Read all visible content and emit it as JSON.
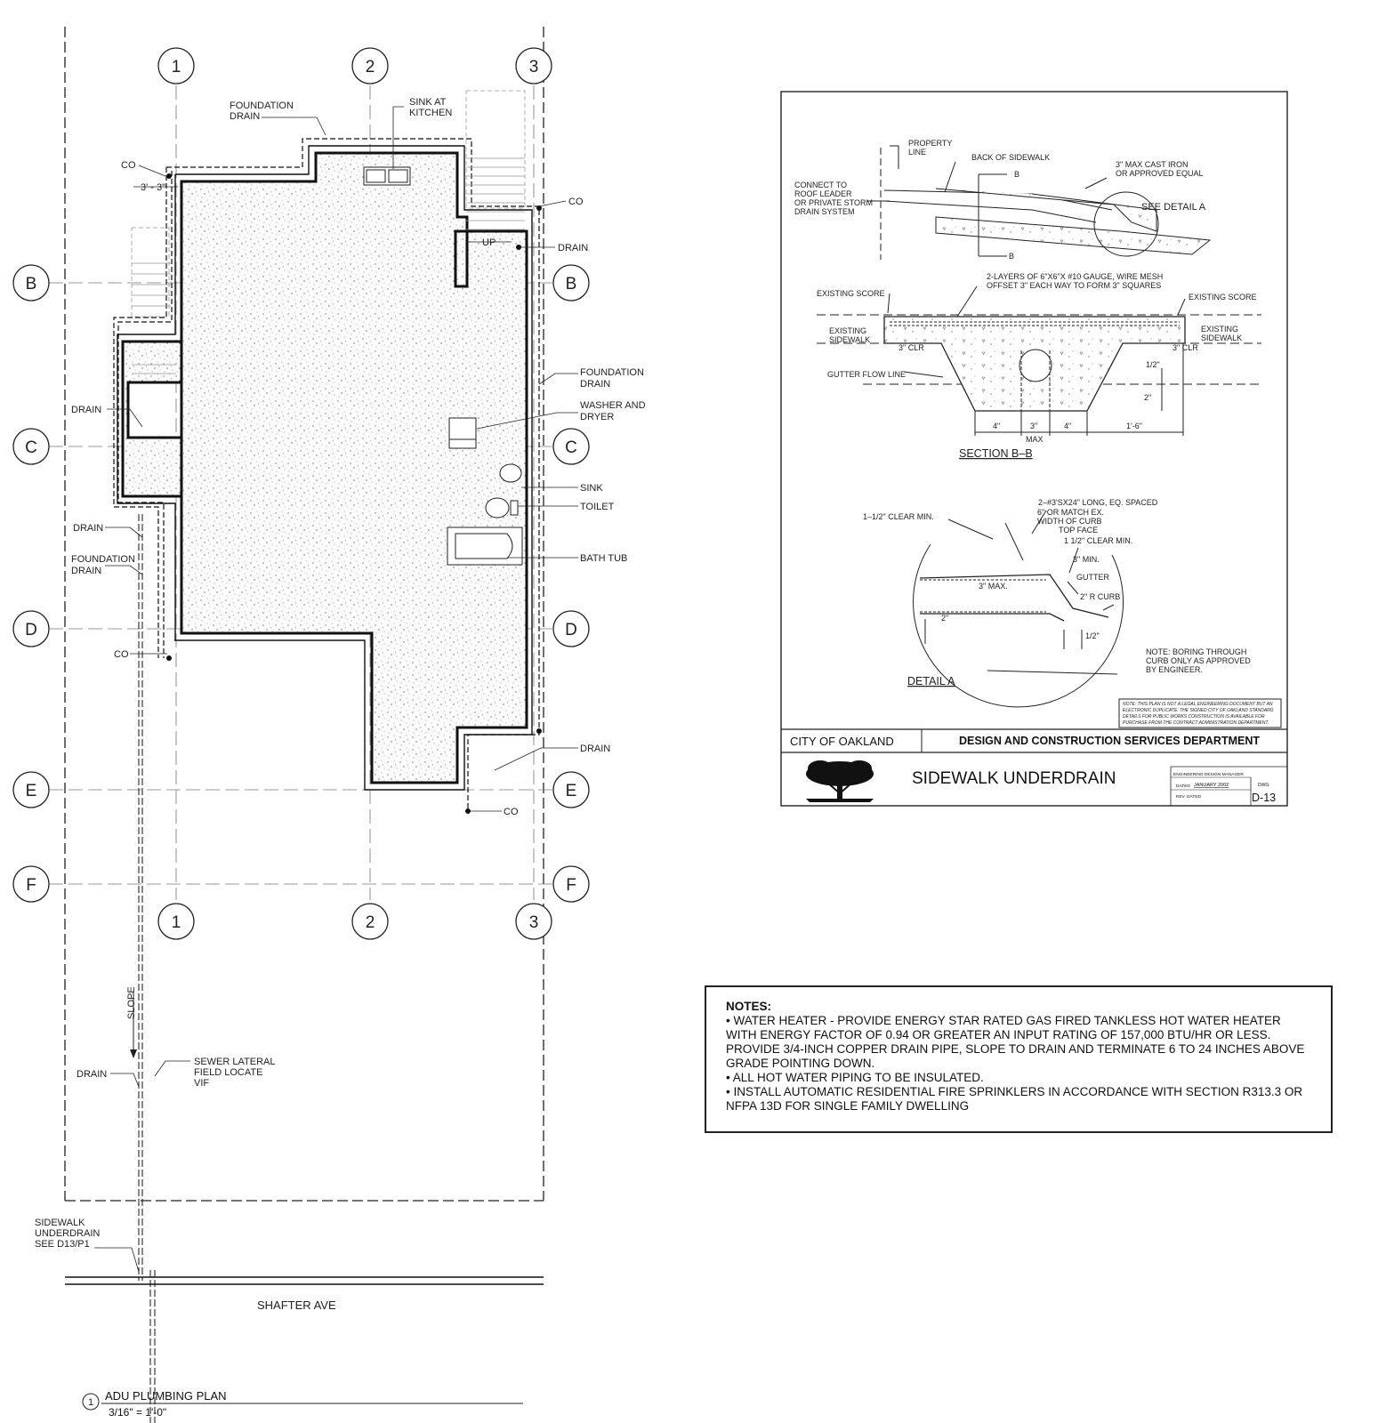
{
  "plan": {
    "grid_columns": [
      "1",
      "2",
      "3"
    ],
    "grid_rows": [
      "B",
      "C",
      "D",
      "E",
      "F"
    ],
    "labels": {
      "foundation_drain_top": [
        "FOUNDATION",
        "DRAIN"
      ],
      "sink_kitchen": [
        "SINK AT",
        "KITCHEN"
      ],
      "co_top_left": "CO",
      "co_top_right": "CO",
      "dim_3_3": "3' - 3\"",
      "drain_right_top": "DRAIN",
      "up": "UP",
      "foundation_drain_right": [
        "FOUNDATION",
        "DRAIN"
      ],
      "washer_dryer": [
        "WASHER AND",
        "DRYER"
      ],
      "drain_left": "DRAIN",
      "sink": "SINK",
      "toilet": "TOILET",
      "bath_tub": "BATH TUB",
      "drain_left_lower": "DRAIN",
      "foundation_drain_left": [
        "FOUNDATION",
        "DRAIN"
      ],
      "co_left": "CO",
      "drain_bottom_right": "DRAIN",
      "co_bottom": "CO",
      "slope": "SLOPE",
      "drain_lateral": "DRAIN",
      "sewer_lateral": [
        "SEWER LATERAL",
        "FIELD LOCATE",
        "VIF"
      ],
      "sidewalk_underdrain": [
        "SIDEWALK",
        "UNDERDRAIN",
        "SEE D13/P1"
      ]
    },
    "street_name": "SHAFTER AVE",
    "title_number": "1",
    "title": "ADU PLUMBING PLAN",
    "scale": "3/16\" = 1'-0\""
  },
  "detail_sheet": {
    "top_section": {
      "property_line": [
        "PROPERTY",
        "LINE"
      ],
      "back_of_sidewalk": "BACK OF SIDEWALK",
      "cast_iron": [
        "3\" MAX CAST IRON",
        "OR APPROVED EQUAL"
      ],
      "connect": [
        "CONNECT TO",
        "ROOF LEADER",
        "OR PRIVATE STORM",
        "DRAIN SYSTEM"
      ],
      "see_detail_a": "SEE DETAIL A",
      "cut_marker": "B"
    },
    "section_bb": {
      "wire_mesh": [
        "2-LAYERS OF 6\"X6\"X #10 GAUGE, WIRE MESH",
        "OFFSET 3\" EACH WAY TO FORM 3\" SQUARES"
      ],
      "existing_score_left": "EXISTING SCORE",
      "existing_score_right": "EXISTING SCORE",
      "existing_sidewalk_left": [
        "EXISTING",
        "SIDEWALK"
      ],
      "existing_sidewalk_right": [
        "EXISTING",
        "SIDEWALK"
      ],
      "clr": "3\" CLR",
      "gutter_flow_line": "GUTTER FLOW LINE",
      "dims": [
        "4\"",
        "3\"",
        "4\"",
        "1'-6\"",
        "1/2\"",
        "2\""
      ],
      "max": "MAX",
      "title": "SECTION  B–B"
    },
    "detail_a": {
      "clear_min_left": "1–1/2\" CLEAR MIN.",
      "rebar": "2–#3'SX24\" LONG, EQ. SPACED",
      "match": [
        "6\" OR MATCH EX.",
        "WIDTH OF CURB",
        "TOP FACE"
      ],
      "clear_min_right": "1 1/2\" CLEAR MIN.",
      "three_min": "3\" MIN.",
      "gutter": "GUTTER",
      "three_max": "3\" MAX.",
      "r_curb": "2\" R CURB",
      "two": "2\"",
      "half": "1/2\"",
      "note": [
        "NOTE:  BORING THROUGH",
        "CURB ONLY AS APPROVED",
        "BY ENGINEER."
      ],
      "title": "DETAIL  A"
    },
    "disclaimer": [
      "NOTE: THIS PLAN IS NOT A LEGAL ENGINEERING DOCUMENT BUT AN",
      "ELECTRONIC DUPLICATE. THE SIGNED CITY OF OAKLAND STANDARD",
      "DETAILS FOR PUBLIC WORKS CONSTRUCTION IS AVAILABLE FOR",
      "PURCHASE FROM THE CONTRACT ADMINISTRATION DEPARTMENT."
    ],
    "title_block": {
      "city": "CITY OF OAKLAND",
      "department": "DESIGN AND CONSTRUCTION SERVICES DEPARTMENT",
      "drawing_title": "SIDEWALK UNDERDRAIN",
      "manager": "ENGINEERING DESIGN MANAGER",
      "dated_label": "DATED",
      "dated": "JANUARY 2002",
      "dwg_label": "DWG.",
      "rev_label": "REV. DATED",
      "dwg_number": "D-13"
    }
  },
  "notes": {
    "heading": "NOTES:",
    "items": [
      "• WATER HEATER - PROVIDE ENERGY STAR RATED GAS FIRED TANKLESS HOT WATER HEATER WITH ENERGY FACTOR OF 0.94 OR GREATER AN INPUT RATING OF 157,000 BTU/HR OR LESS. PROVIDE 3/4-INCH COPPER DRAIN PIPE, SLOPE TO DRAIN AND TERMINATE 6 TO 24 INCHES ABOVE GRADE POINTING DOWN.",
      "• ALL HOT WATER PIPING TO BE INSULATED.",
      "• INSTALL AUTOMATIC RESIDENTIAL FIRE SPRINKLERS IN ACCORDANCE WITH SECTION R313.3 OR NFPA 13D FOR SINGLE FAMILY DWELLING"
    ]
  }
}
